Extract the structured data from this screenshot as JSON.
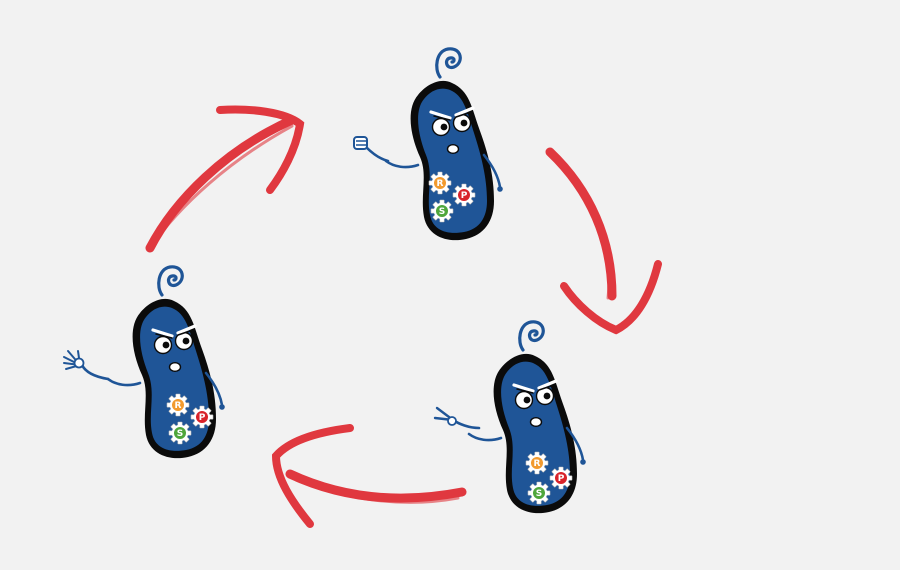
{
  "colors": {
    "background": "#f2f2f2",
    "cycle_arrow": "#e0383f",
    "bacterium_body": "#1f5597",
    "bacterium_outline": "#0b0b0b",
    "flagellum": "#1f5597",
    "gear_body": "#ffffff"
  },
  "gears": [
    {
      "letter": "R",
      "color": "#f29a2e"
    },
    {
      "letter": "P",
      "color": "#d8232a"
    },
    {
      "letter": "S",
      "color": "#4fa63b"
    }
  ],
  "characters": [
    {
      "id": "top",
      "hand_gesture": "fist-icon",
      "expression": "angry-face"
    },
    {
      "id": "right",
      "hand_gesture": "peace-sign-icon",
      "expression": "angry-face"
    },
    {
      "id": "left",
      "hand_gesture": "open-hand-icon",
      "expression": "angry-face"
    }
  ],
  "cycle": {
    "direction": "clockwise",
    "arrow_count": 3
  }
}
